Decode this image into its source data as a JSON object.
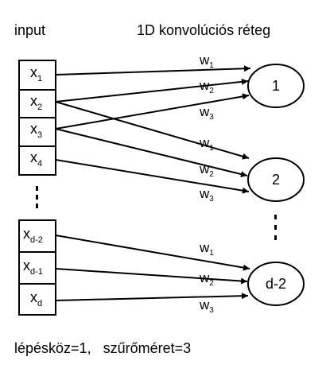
{
  "header": {
    "input_label": "input",
    "layer_label": "1D konvolúciós réteg"
  },
  "inputs": [
    {
      "base": "x",
      "sub": "1"
    },
    {
      "base": "x",
      "sub": "2"
    },
    {
      "base": "x",
      "sub": "3"
    },
    {
      "base": "x",
      "sub": "4"
    },
    {
      "base": "x",
      "sub": "d-2"
    },
    {
      "base": "x",
      "sub": "d-1"
    },
    {
      "base": "x",
      "sub": "d"
    }
  ],
  "nodes": [
    "1",
    "2",
    "d-2"
  ],
  "weights": [
    {
      "base": "w",
      "sub": "1"
    },
    {
      "base": "w",
      "sub": "2"
    },
    {
      "base": "w",
      "sub": "3"
    },
    {
      "base": "w",
      "sub": "1"
    },
    {
      "base": "w",
      "sub": "2"
    },
    {
      "base": "w",
      "sub": "3"
    },
    {
      "base": "w",
      "sub": "1"
    },
    {
      "base": "w",
      "sub": "2"
    },
    {
      "base": "w",
      "sub": "3"
    }
  ],
  "footer": {
    "text": "lépésköz=1,   szűrőméret=3"
  },
  "colors": {
    "stroke": "#000000",
    "background": "#ffffff"
  }
}
